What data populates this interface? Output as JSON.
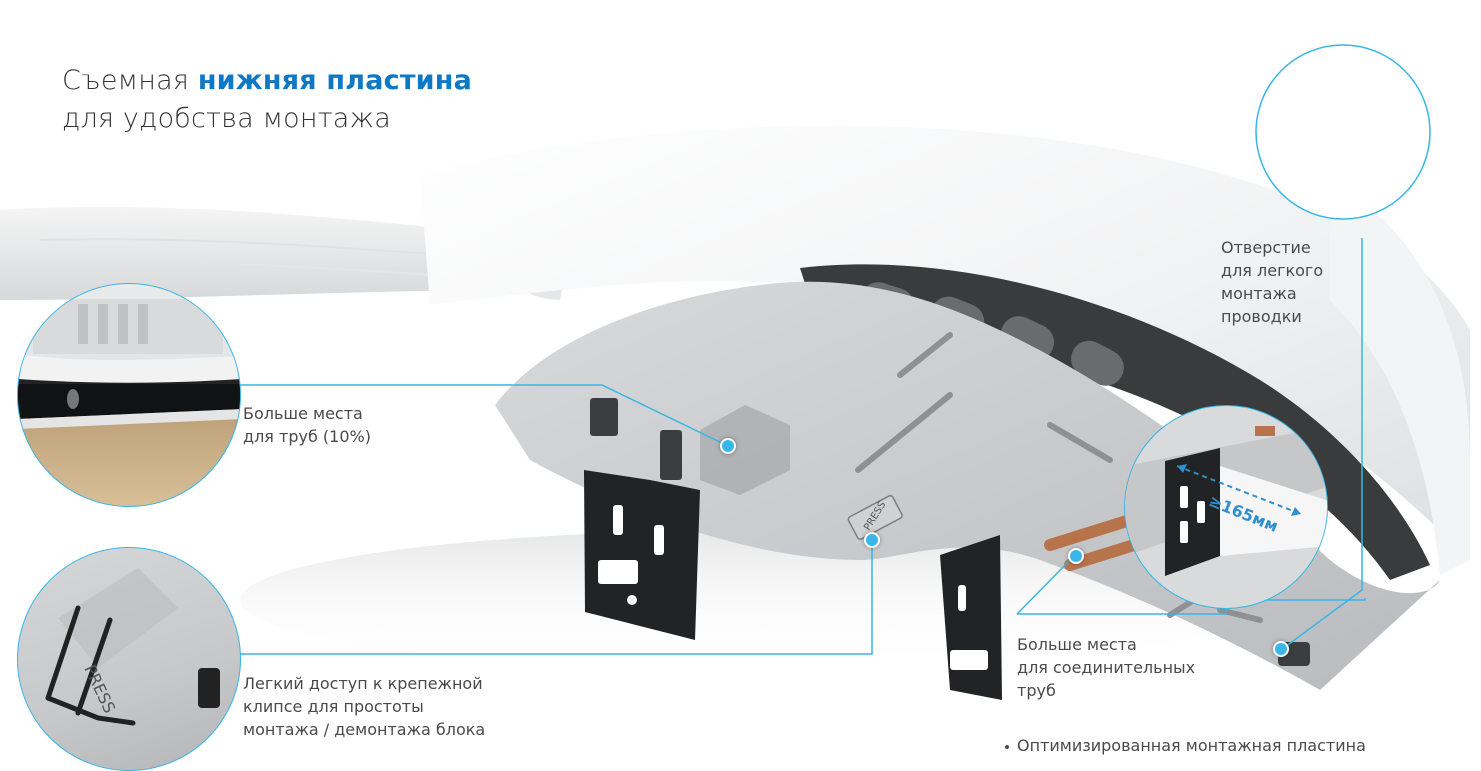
{
  "title": {
    "line1_prefix": "Съемная ",
    "line1_highlight": "нижняя пластина",
    "line2": "для удобства монтажа"
  },
  "callouts": {
    "pipes": [
      "Больше места",
      "для труб (10%)"
    ],
    "clip": [
      "Легкий доступ к крепежной",
      "клипсе для простоты",
      "монтажа / демонтажа блока"
    ],
    "wiring": [
      "Отверстие",
      "для легкого",
      "монтажа",
      "проводки"
    ],
    "connecting": [
      "Больше места",
      "для соединительных",
      "труб"
    ]
  },
  "measure_label": "≥165мм",
  "press_label": "PRESS",
  "footnote": "Оптимизированная монтажная пластина",
  "colors": {
    "accent": "#0d78c4",
    "line": "#37b6e6",
    "dot": "#3ab7ea",
    "text": "#4a4a4a"
  }
}
